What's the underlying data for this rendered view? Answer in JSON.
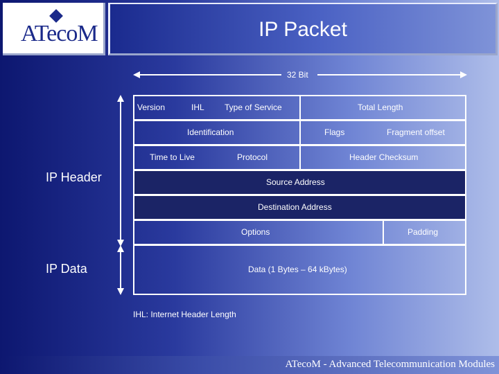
{
  "logo": {
    "text": "ATecoM"
  },
  "title": "IP Packet",
  "width_label": "32 Bit",
  "rows": {
    "r1": {
      "version": "Version",
      "ihl": "IHL",
      "tos": "Type of Service",
      "total_length": "Total Length"
    },
    "r2": {
      "identification": "Identification",
      "flags": "Flags",
      "fragment_offset": "Fragment offset"
    },
    "r3": {
      "ttl": "Time to Live",
      "protocol": "Protocol",
      "checksum": "Header Checksum"
    },
    "r4": {
      "source": "Source Address"
    },
    "r5": {
      "destination": "Destination Address"
    },
    "r6": {
      "options": "Options",
      "padding": "Padding"
    },
    "r7": {
      "data": "Data (1 Bytes – 64 kBytes)"
    }
  },
  "side_labels": {
    "header": "IP Header",
    "data": "IP Data"
  },
  "note": "IHL: Internet Header Length",
  "footer": "ATecoM - Advanced Telecommunication Modules",
  "colors": {
    "background_dark": "#0d1770",
    "background_light": "#aebde9",
    "dark_cell": "#1b2466",
    "line": "#ffffff"
  }
}
